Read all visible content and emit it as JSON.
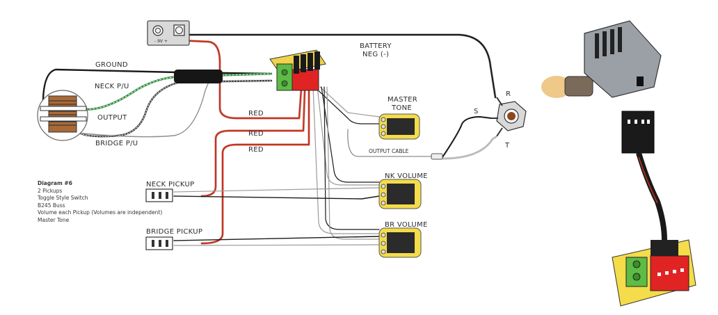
{
  "battery": {
    "label": "- 9V +"
  },
  "labels": {
    "battery_neg": [
      "BATTERY",
      "NEG (-)"
    ],
    "ground": "GROUND",
    "neck_pu": "NECK P/U",
    "output": "OUTPUT",
    "bridge_pu": "BRIDGE P/U",
    "red1": "RED",
    "red2": "RED",
    "red3": "RED",
    "master_tone": [
      "MASTER",
      "TONE"
    ],
    "output_cable": "OUTPUT CABLE",
    "nk_volume": "NK VOLUME",
    "br_volume": "BR VOLUME",
    "neck_pickup": "NECK PICKUP",
    "bridge_pickup": "BRIDGE PICKUP",
    "jack_r": "R",
    "jack_s": "S",
    "jack_t": "T"
  },
  "notes": {
    "title": "Diagram #6",
    "lines": [
      "2 Pickups",
      "Toggle Style Switch",
      "B245 Buss",
      "Volume each Pickup (Volumes are independent)",
      "Master Tone"
    ]
  },
  "colors": {
    "wire_black": "#1a1a1a",
    "wire_red": "#c8321e",
    "wire_green": "#2e8b3a",
    "pot_board": "#f4dc4a",
    "buss_green": "#5dbb46",
    "buss_red": "#e02424"
  }
}
